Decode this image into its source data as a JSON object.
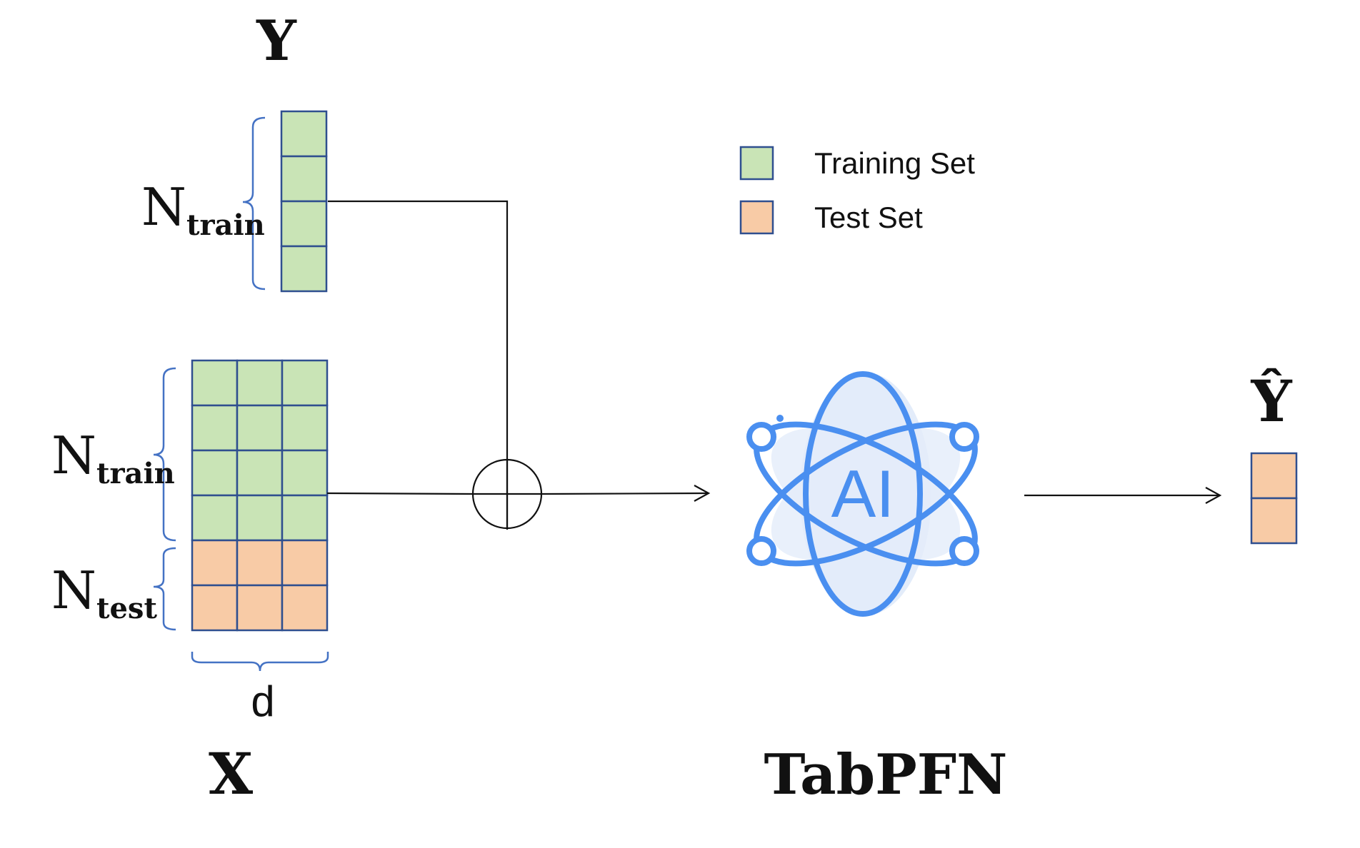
{
  "labels": {
    "y": "Y",
    "y_n_main": "N",
    "y_n_sub": "train",
    "x_train_n_main": "N",
    "x_train_n_sub": "train",
    "x_test_n_main": "N",
    "x_test_n_sub": "test",
    "d": "d",
    "x": "X",
    "model": "TabPFN",
    "y_hat": "Ŷ",
    "ai": "AI"
  },
  "legend": {
    "training": "Training Set",
    "test": "Test Set"
  },
  "colors": {
    "train_fill": "#c9e4b6",
    "test_fill": "#f8cba6",
    "cell_border": "#2f4f8f",
    "brace": "#4472c4",
    "ai_blue": "#4a8ff0",
    "ai_fill": "#e3ecfa"
  },
  "icons": {
    "model": "ai-atom-icon",
    "combine": "circle-plus-icon"
  }
}
